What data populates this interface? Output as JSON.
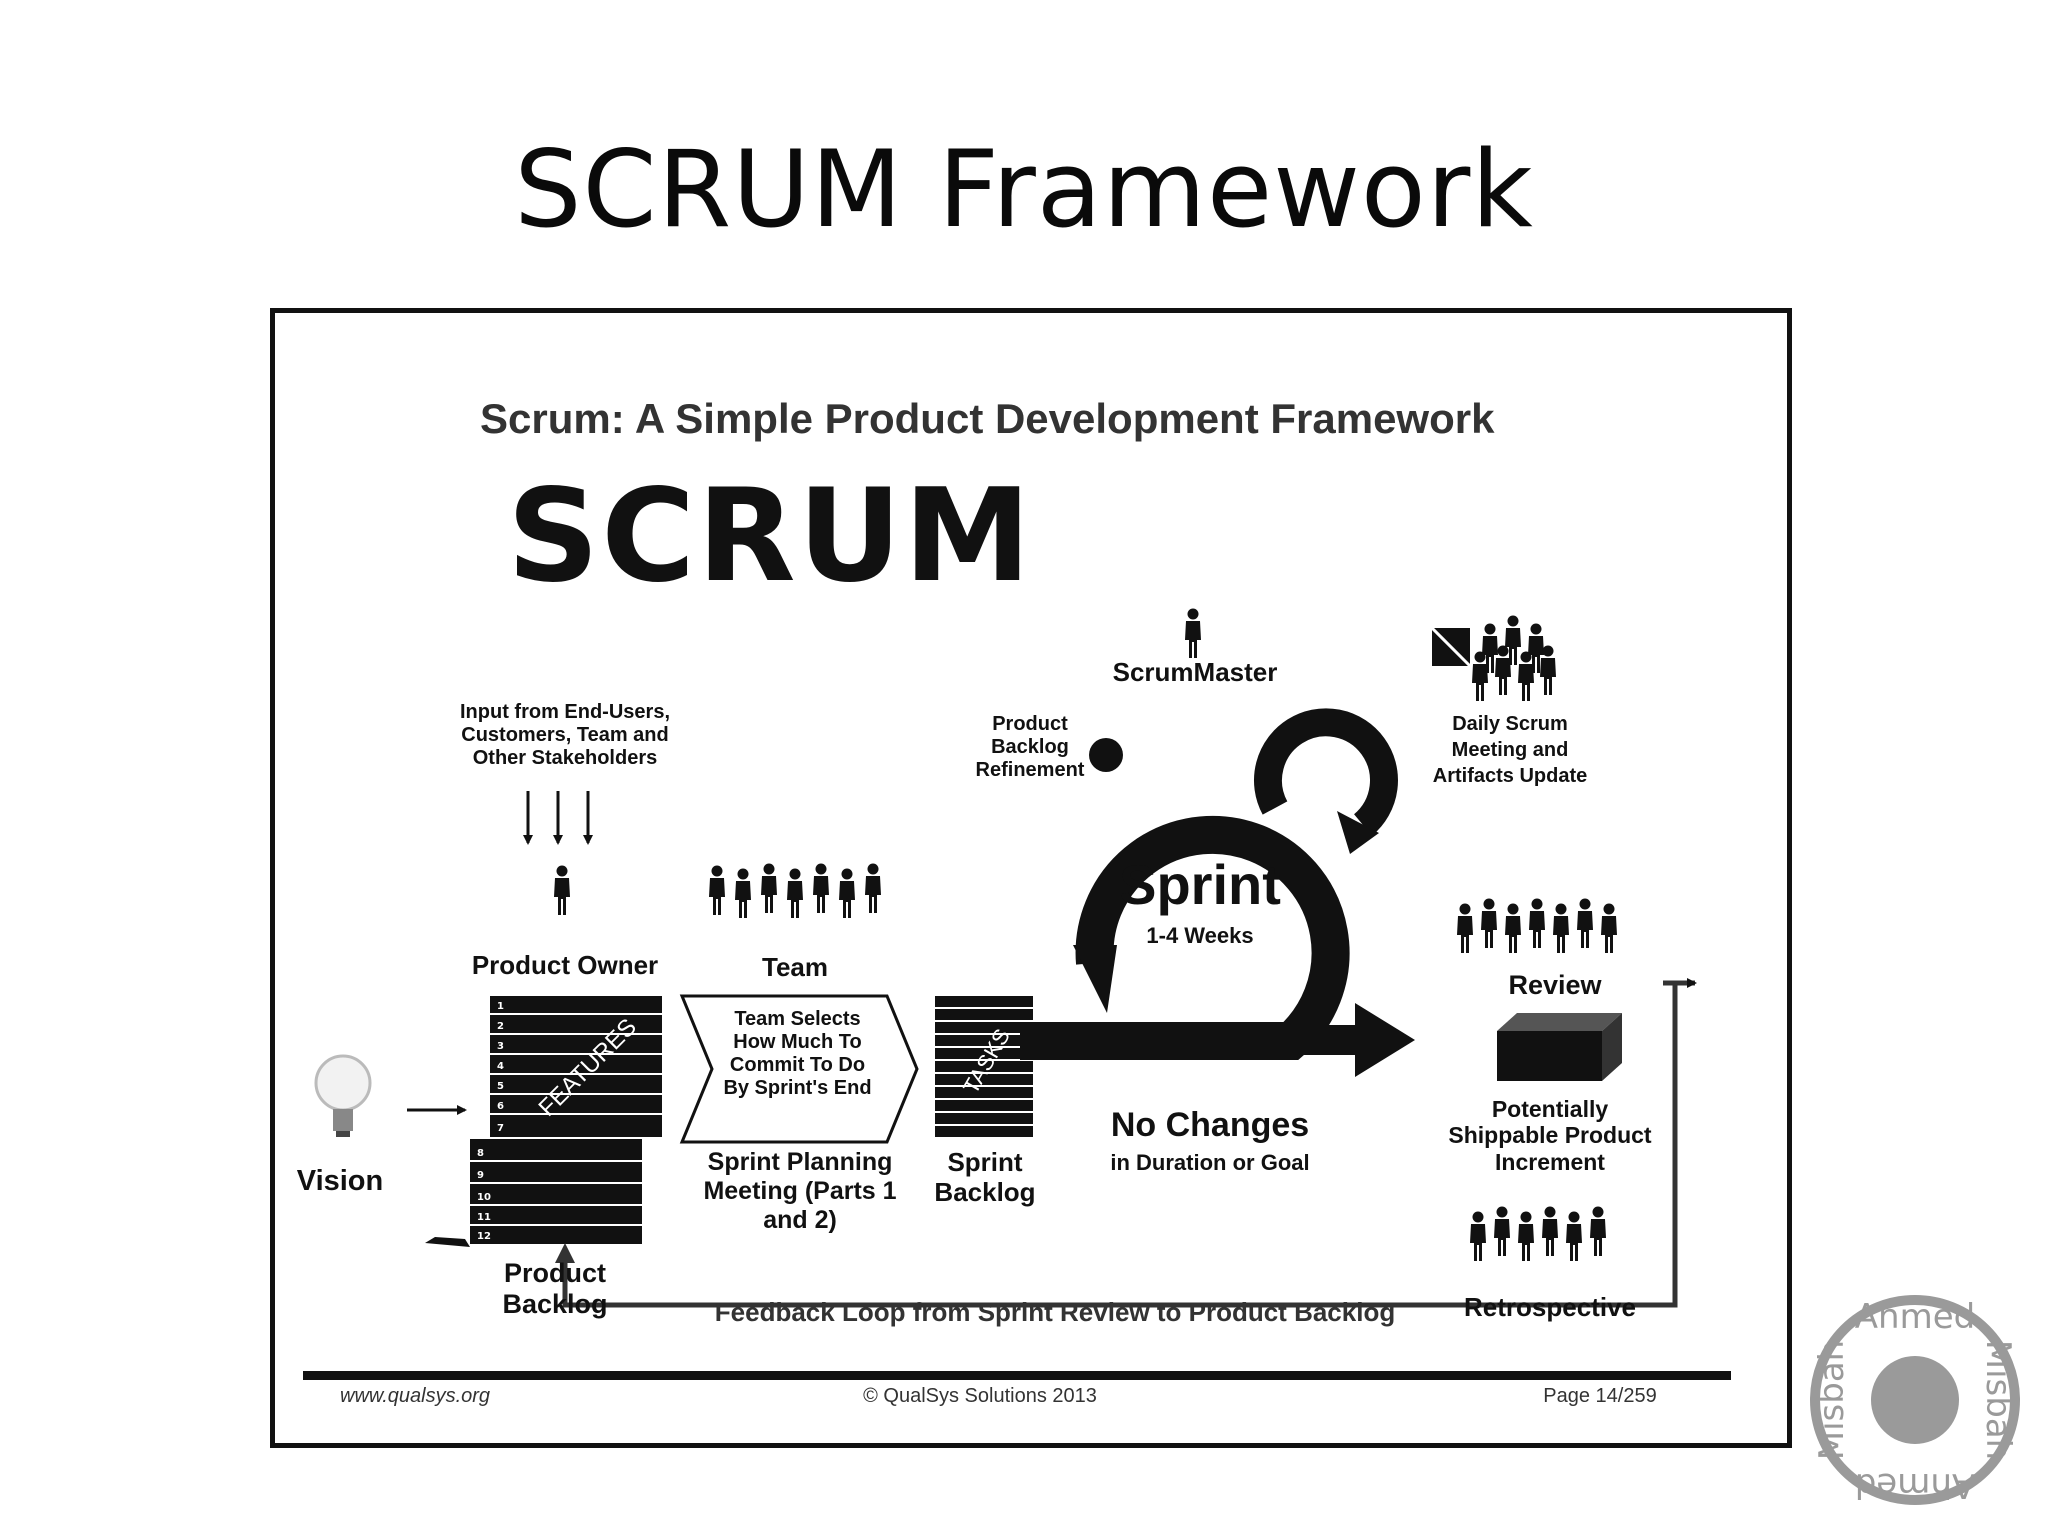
{
  "slide": {
    "title": "SCRUM Framework"
  },
  "diagram": {
    "heading": "Scrum: A Simple Product Development Framework",
    "logo": "SCRUM",
    "input_note": "Input from End-Users, Customers, Team and Other Stakeholders",
    "product_owner": "Product Owner",
    "team": "Team",
    "vision": "Vision",
    "features_label": "FEATURES",
    "backlog_numbers": [
      "1",
      "2",
      "3",
      "4",
      "5",
      "6",
      "7",
      "8",
      "9",
      "10",
      "11",
      "12"
    ],
    "product_backlog": "Product Backlog",
    "planning_box": "Team Selects How Much To Commit To Do By Sprint's End",
    "sprint_planning": "Sprint Planning Meeting (Parts 1 and 2)",
    "tasks_label": "TASKS",
    "sprint_backlog": "Sprint Backlog",
    "scrummaster": "ScrumMaster",
    "refinement": "Product Backlog Refinement",
    "sprint": "Sprint",
    "sprint_duration": "1-4 Weeks",
    "daily_scrum": "Daily Scrum Meeting and Artifacts Update",
    "no_changes": "No Changes",
    "no_changes_sub": "in Duration or Goal",
    "review": "Review",
    "increment": "Potentially Shippable Product Increment",
    "retrospective": "Retrospective",
    "feedback": "Feedback Loop from Sprint Review to Product Backlog",
    "footer_left": "www.qualsys.org",
    "footer_center": "© QualSys Solutions 2013",
    "footer_right": "Page 14/259"
  },
  "watermark": {
    "text_top": "Ahmed",
    "text_right": "Misbah",
    "text_bottom": "Ahmed",
    "text_left": "Misbah"
  },
  "colors": {
    "ink": "#111111",
    "heading_gray": "#333333",
    "watermark_gray": "#9a9a9a"
  }
}
